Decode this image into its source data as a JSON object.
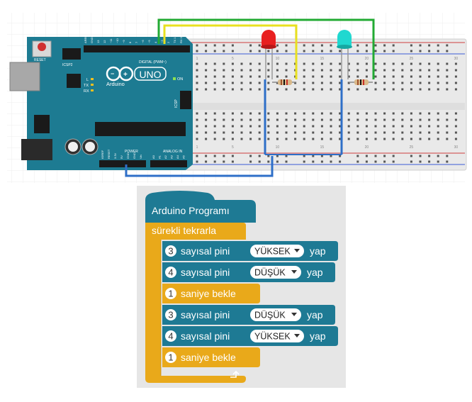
{
  "board": {
    "reset_label": "RESET",
    "icsp2_label": "ICSP2",
    "model": "UNO",
    "brand": "Arduino",
    "digital_label": "DIGITAL (PWM~)",
    "on_label": "ON",
    "icsp_label": "ICSP",
    "power_label": "POWER",
    "analog_label": "ANALOG IN",
    "tx_label": "TX",
    "rx_label": "RX",
    "l_label": "L",
    "digital_pins": [
      "AREF",
      "GND",
      "13",
      "12",
      "~11",
      "~10",
      "~9",
      "8",
      "7",
      "~6",
      "~5",
      "4",
      "~3",
      "2",
      "TX 1",
      "RX 0"
    ],
    "power_pins": [
      "IOREF",
      "RESET",
      "3.3V",
      "5V",
      "GND",
      "GND",
      "Vin"
    ],
    "analog_pins": [
      "A0",
      "A1",
      "A2",
      "A3",
      "A4",
      "A5"
    ]
  },
  "breadboard": {
    "col_numbers": [
      "1",
      "5",
      "10",
      "15",
      "20",
      "25",
      "30"
    ]
  },
  "leds": [
    {
      "color": "#e82020"
    },
    {
      "color": "#20d8d0"
    }
  ],
  "wires": {
    "green": "#22aa33",
    "yellow": "#e8e020",
    "blue": "#2e6fc8"
  },
  "program": {
    "header": "Arduino Programı",
    "loop_label": "sürekli tekrarla",
    "statements": [
      {
        "type": "digital",
        "pin": "3",
        "label": "sayısal pini",
        "value": "YÜKSEK",
        "suffix": "yap"
      },
      {
        "type": "digital",
        "pin": "4",
        "label": "sayısal pini",
        "value": "DÜŞÜK",
        "suffix": "yap"
      },
      {
        "type": "wait",
        "amount": "1",
        "label": "saniye bekle"
      },
      {
        "type": "digital",
        "pin": "3",
        "label": "sayısal pini",
        "value": "DÜŞÜK",
        "suffix": "yap"
      },
      {
        "type": "digital",
        "pin": "4",
        "label": "sayısal pini",
        "value": "YÜKSEK",
        "suffix": "yap"
      },
      {
        "type": "wait",
        "amount": "1",
        "label": "saniye bekle"
      }
    ],
    "colors": {
      "header": "#1e7a94",
      "loop": "#e9a91a",
      "digital": "#1e7a94",
      "wait": "#e9a91a"
    }
  }
}
